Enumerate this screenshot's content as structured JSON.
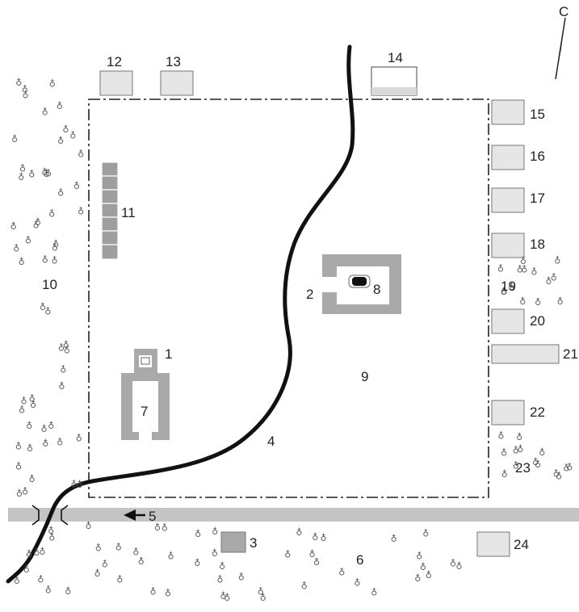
{
  "map": {
    "north_label": "С",
    "labels": {
      "l1": "1",
      "l2": "2",
      "l3": "3",
      "l4": "4",
      "l5": "5",
      "l6": "6",
      "l7": "7",
      "l8": "8",
      "l9": "9",
      "l10": "10",
      "l11": "11",
      "l12": "12",
      "l13": "13",
      "l14": "14",
      "l15": "15",
      "l16": "16",
      "l17": "17",
      "l18": "18",
      "l19": "19",
      "l20": "20",
      "l21": "21",
      "l22": "22",
      "l23": "23",
      "l24": "24"
    },
    "tree_glyph": "♁",
    "colors": {
      "building_fill": "#e6e6e6",
      "building_stroke": "#777777",
      "wall_gray": "#a9a9a9",
      "road": "#c4c4c4",
      "river": "#111111",
      "boundary": "#222222",
      "trees": "#555555"
    }
  }
}
